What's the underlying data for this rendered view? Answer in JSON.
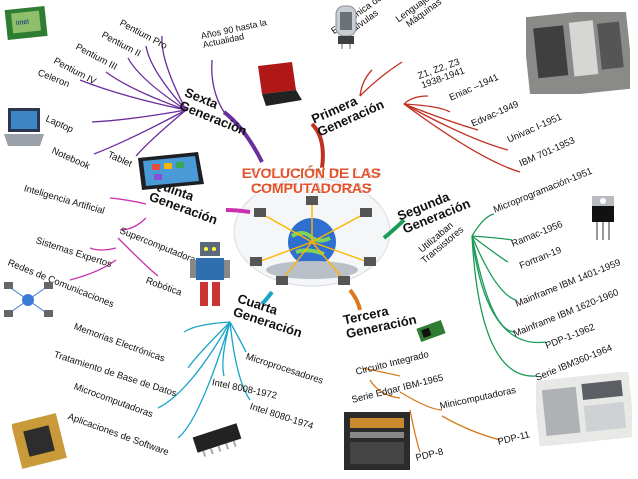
{
  "center": {
    "line1": "EVOLUCIÓN DE LAS",
    "line2": "COMPUTADORAS"
  },
  "colors": {
    "primera": "#c0311f",
    "segunda": "#1a9b57",
    "tercera": "#d87a1e",
    "cuarta": "#1aa6c6",
    "quinta": "#c92fae",
    "sexta": "#6a2f9c",
    "title": "#e4522b"
  },
  "branches": {
    "primera": {
      "title1": "Primera",
      "title2": "Generación",
      "items": [
        "Electrónica de Válvulas",
        "Lenguaje de Máquinas",
        "Z1, Z2, Z3 1938-1941",
        "Eniac –1941",
        "Edvac-1949",
        "Univac I-1951",
        "IBM 701-1953"
      ]
    },
    "segunda": {
      "title1": "Segunda",
      "title2": "Generación",
      "sub": "Utilizaban Transistores",
      "items": [
        "Microprogramación-1951",
        "Ramac-1956",
        "Fortran-19",
        "Mainframe IBM 1401-1959",
        "Mainframe IBM 1620-1960",
        "PDP-1-1962",
        "Serie IBM360-1964"
      ]
    },
    "tercera": {
      "title1": "Tercera",
      "title2": "Generación",
      "sub": "Circuito Integrado",
      "items": [
        "Serie Edgar  IBM-1965",
        "Minicomputadoras",
        "PDP-8",
        "PDP-11"
      ]
    },
    "cuarta": {
      "title1": "Cuarta",
      "title2": "Generación",
      "items": [
        "Memorias Electrónicas",
        "Tratamiento de Base de Datos",
        "Microcomputadoras",
        "Aplicaciones de Software",
        "Microprocesadores",
        "Intel 8008-1972",
        "Intel 8080-1974"
      ]
    },
    "quinta": {
      "title1": "Quinta",
      "title2": "Generación",
      "items": [
        "Inteligencia Artificial",
        "Supercomputadoras",
        "Sistemas Expertos",
        "Redes de Comunicaciones",
        "Robótica"
      ]
    },
    "sexta": {
      "title1": "Sexta",
      "title2": "Generación",
      "items": [
        "Años 90 hasta la Actualidad",
        "Pentium Pro",
        "Pentium II",
        "Pentium III",
        "Pentium IV",
        "Celeron",
        "Laptop",
        "Notebook",
        "Tablet"
      ]
    }
  },
  "icons": [
    "cpu-chip-icon",
    "vacuum-tube-icon",
    "early-computer-photo",
    "red-laptop-icon",
    "laptop-icon",
    "tablet-icon",
    "transistor-icon",
    "robot-icon",
    "network-icon",
    "integrated-circuit-icon",
    "mainframe-photo",
    "minicomputer-photo",
    "processor-icon",
    "dip-chip-icon",
    "globe-network-icon"
  ]
}
